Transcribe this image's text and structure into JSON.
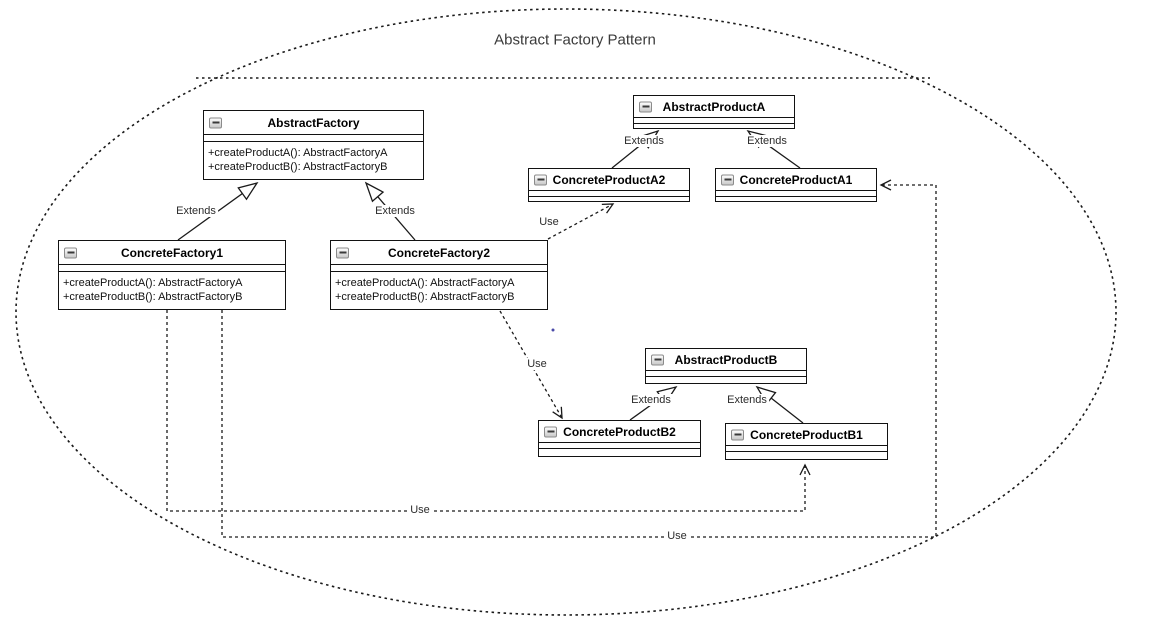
{
  "diagram": {
    "title": "Abstract Factory Pattern",
    "type": "uml-class-diagram"
  },
  "classes": [
    {
      "id": "AbstractFactory",
      "name": "AbstractFactory",
      "methods": [
        "+createProductA(): AbstractFactoryA",
        "+createProductB(): AbstractFactoryB"
      ]
    },
    {
      "id": "ConcreteFactory1",
      "name": "ConcreteFactory1",
      "methods": [
        "+createProductA(): AbstractFactoryA",
        "+createProductB(): AbstractFactoryB"
      ]
    },
    {
      "id": "ConcreteFactory2",
      "name": "ConcreteFactory2",
      "methods": [
        "+createProductA(): AbstractFactoryA",
        "+createProductB(): AbstractFactoryB"
      ]
    },
    {
      "id": "AbstractProductA",
      "name": "AbstractProductA",
      "methods": []
    },
    {
      "id": "ConcreteProductA2",
      "name": "ConcreteProductA2",
      "methods": []
    },
    {
      "id": "ConcreteProductA1",
      "name": "ConcreteProductA1",
      "methods": []
    },
    {
      "id": "AbstractProductB",
      "name": "AbstractProductB",
      "methods": []
    },
    {
      "id": "ConcreteProductB2",
      "name": "ConcreteProductB2",
      "methods": []
    },
    {
      "id": "ConcreteProductB1",
      "name": "ConcreteProductB1",
      "methods": []
    }
  ],
  "edges": [
    {
      "label": "Extends",
      "from": "ConcreteFactory1",
      "to": "AbstractFactory"
    },
    {
      "label": "Extends",
      "from": "ConcreteFactory2",
      "to": "AbstractFactory"
    },
    {
      "label": "Extends",
      "from": "ConcreteProductA2",
      "to": "AbstractProductA"
    },
    {
      "label": "Extends",
      "from": "ConcreteProductA1",
      "to": "AbstractProductA"
    },
    {
      "label": "Extends",
      "from": "ConcreteProductB2",
      "to": "AbstractProductB"
    },
    {
      "label": "Extends",
      "from": "ConcreteProductB1",
      "to": "AbstractProductB"
    },
    {
      "label": "Use",
      "from": "ConcreteFactory2",
      "to": "ConcreteProductA2"
    },
    {
      "label": "Use",
      "from": "ConcreteFactory2",
      "to": "ConcreteProductB2"
    },
    {
      "label": "Use",
      "from": "ConcreteFactory1",
      "to": "ConcreteProductB1"
    },
    {
      "label": "Use",
      "from": "ConcreteFactory1",
      "to": "ConcreteProductA1"
    }
  ],
  "colors": {
    "stroke": "#1a1a1a",
    "background": "#ffffff",
    "title_text": "#3a3a3a"
  }
}
